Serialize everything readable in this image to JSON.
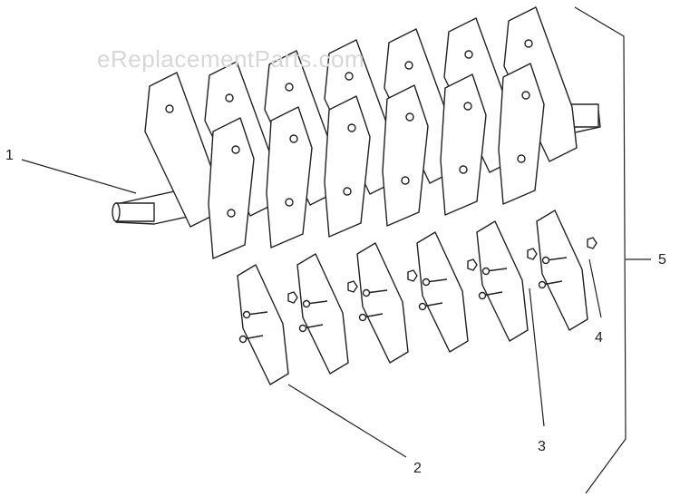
{
  "watermark": "eReplacementParts.com",
  "callouts": [
    {
      "number": "1",
      "part": "shaft"
    },
    {
      "number": "2",
      "part": "blade"
    },
    {
      "number": "3",
      "part": "bolt"
    },
    {
      "number": "4",
      "part": "nut"
    },
    {
      "number": "5",
      "part": "tine-assembly"
    }
  ],
  "colors": {
    "line": "#222222",
    "background": "#ffffff",
    "watermark": "#d7d7d7"
  }
}
